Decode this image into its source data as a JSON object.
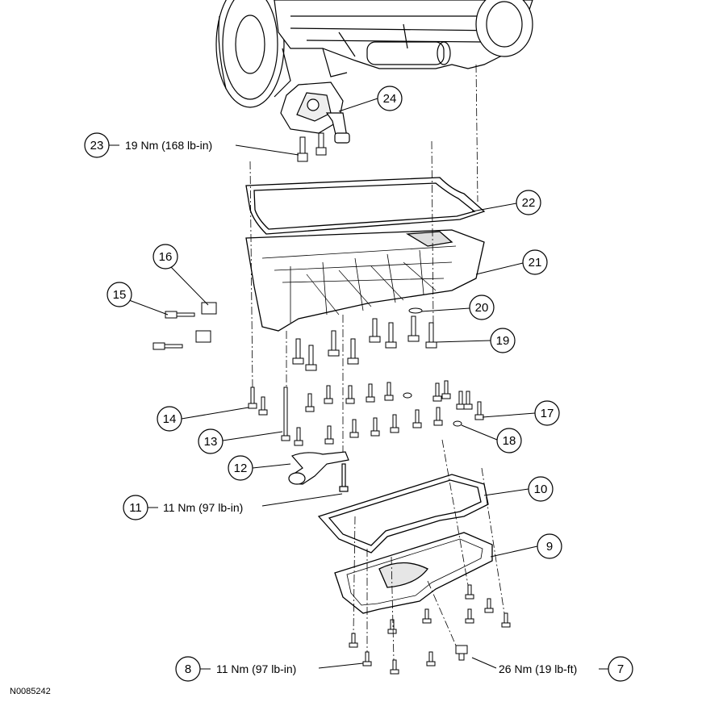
{
  "figure_id": "N0085242",
  "callouts": [
    {
      "num": "24",
      "torque": ""
    },
    {
      "num": "23",
      "torque": "19 Nm (168 lb-in)"
    },
    {
      "num": "22",
      "torque": ""
    },
    {
      "num": "21",
      "torque": ""
    },
    {
      "num": "20",
      "torque": ""
    },
    {
      "num": "19",
      "torque": ""
    },
    {
      "num": "16",
      "torque": ""
    },
    {
      "num": "15",
      "torque": ""
    },
    {
      "num": "14",
      "torque": ""
    },
    {
      "num": "13",
      "torque": ""
    },
    {
      "num": "12",
      "torque": ""
    },
    {
      "num": "17",
      "torque": ""
    },
    {
      "num": "18",
      "torque": ""
    },
    {
      "num": "11",
      "torque": "11 Nm (97 lb-in)"
    },
    {
      "num": "10",
      "torque": ""
    },
    {
      "num": "9",
      "torque": ""
    },
    {
      "num": "8",
      "torque": "11 Nm (97 lb-in)"
    },
    {
      "num": "7",
      "torque": "26 Nm (19 lb-ft)"
    }
  ]
}
